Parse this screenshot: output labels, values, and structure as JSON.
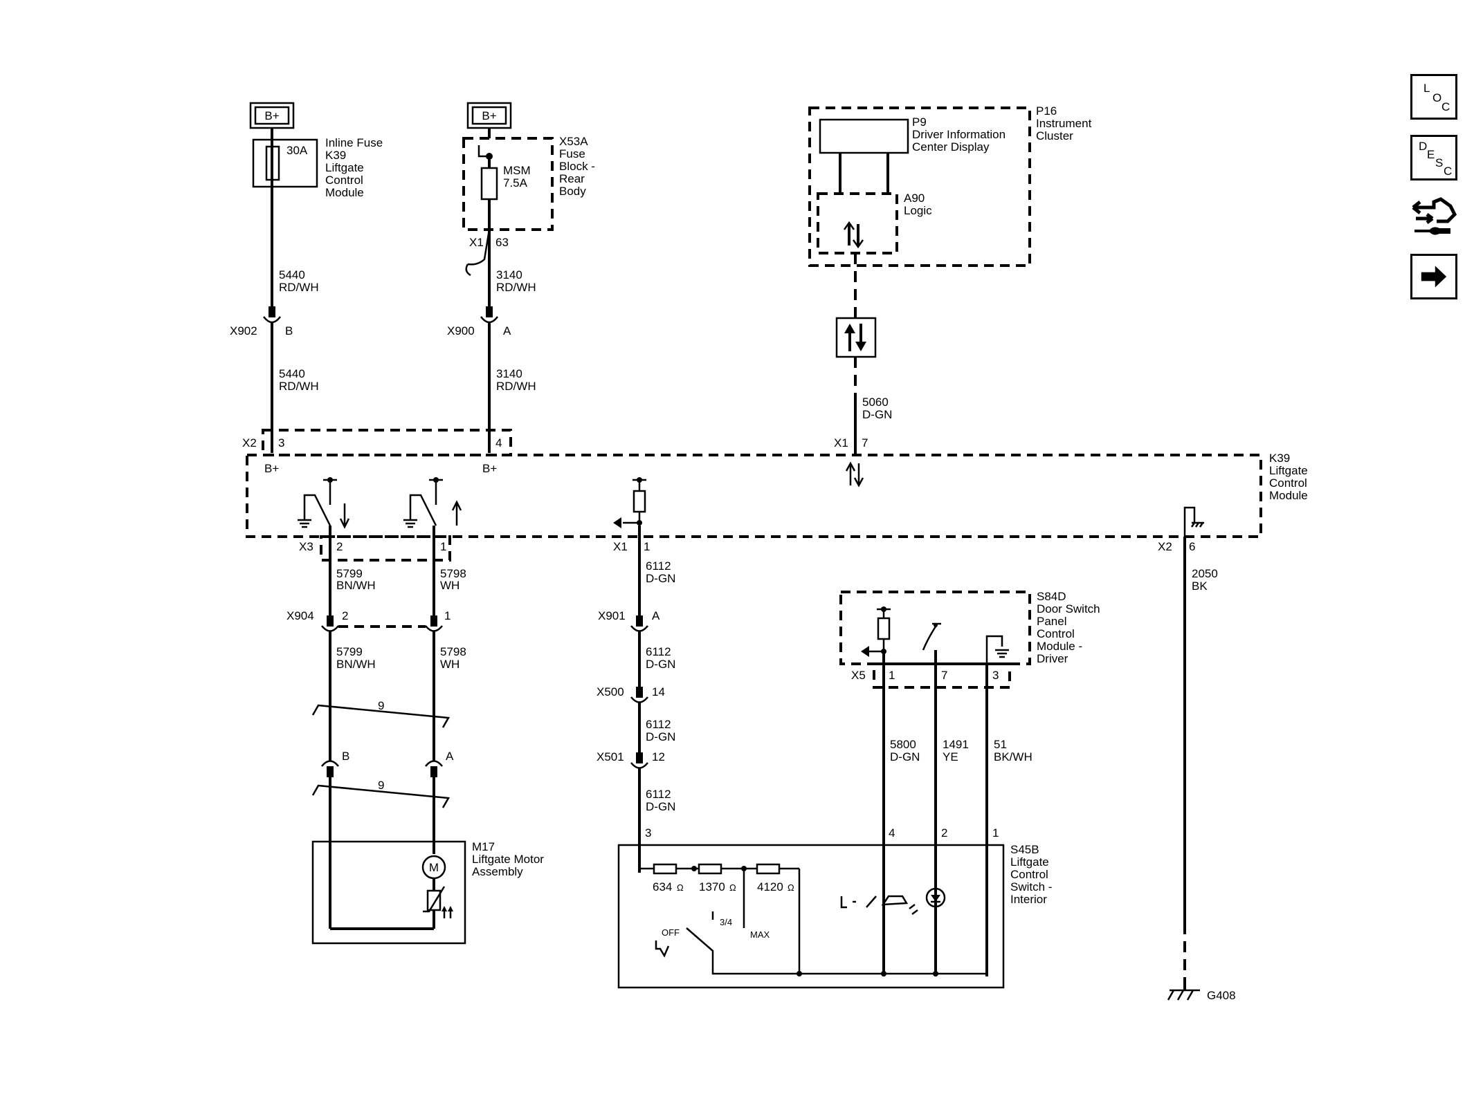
{
  "sources": {
    "left_bplus": "B+",
    "center_bplus": "B+"
  },
  "inline_fuse": {
    "rating": "30A",
    "label_lines": [
      "Inline Fuse",
      "K39",
      "Liftgate",
      "Control",
      "Module"
    ]
  },
  "fuse_block": {
    "name_lines": [
      "X53A",
      "Fuse",
      "Block -",
      "Rear",
      "Body"
    ],
    "fuse_name": "MSM",
    "fuse_rating": "7.5A",
    "conn": "X1",
    "pin": "63"
  },
  "instrument_cluster": {
    "name_lines": [
      "P16",
      "Instrument",
      "Cluster"
    ],
    "display_lines": [
      "P9",
      "Driver Information",
      "Center Display"
    ],
    "logic_lines": [
      "A90",
      "Logic"
    ]
  },
  "wires": {
    "w5440_a": [
      "5440",
      "RD/WH"
    ],
    "w5440_b": [
      "5440",
      "RD/WH"
    ],
    "w3140_a": [
      "3140",
      "RD/WH"
    ],
    "w3140_b": [
      "3140",
      "RD/WH"
    ],
    "w5060": [
      "5060",
      "D-GN"
    ],
    "w5799_a": [
      "5799",
      "BN/WH"
    ],
    "w5799_b": [
      "5799",
      "BN/WH"
    ],
    "w5798_a": [
      "5798",
      "WH"
    ],
    "w5798_b": [
      "5798",
      "WH"
    ],
    "w6112_a": [
      "6112",
      "D-GN"
    ],
    "w6112_b": [
      "6112",
      "D-GN"
    ],
    "w6112_c": [
      "6112",
      "D-GN"
    ],
    "w6112_d": [
      "6112",
      "D-GN"
    ],
    "w2050": [
      "2050",
      "BK"
    ],
    "w5800": [
      "5800",
      "D-GN"
    ],
    "w1491": [
      "1491",
      "YE"
    ],
    "w51": [
      "51",
      "BK/WH"
    ]
  },
  "connectors": {
    "x902": "X902",
    "x902_pin": "B",
    "x900": "X900",
    "x900_pin": "A",
    "k39_x2a": "X2",
    "k39_x2a_p3": "3",
    "k39_x2a_p4": "4",
    "k39_x1a": "X1",
    "k39_x1a_p7": "7",
    "k39_bplus_1": "B+",
    "k39_bplus_2": "B+",
    "k39_x3": "X3",
    "k39_x3_p2": "2",
    "k39_x3_p1": "1",
    "k39_x1b": "X1",
    "k39_x1b_p1": "1",
    "k39_x2b": "X2",
    "k39_x2b_p6": "6",
    "x904": "X904",
    "x904_p2": "2",
    "x904_p1": "1",
    "x901": "X901",
    "x901_pin": "A",
    "x500": "X500",
    "x500_pin": "14",
    "x501": "X501",
    "x501_pin": "12",
    "motor_pin_b": "B",
    "motor_pin_a": "A",
    "twist_1": "9",
    "twist_2": "9",
    "x5": "X5",
    "x5_p1": "1",
    "x5_p7": "7",
    "x5_p3": "3",
    "s45b_p3": "3",
    "s45b_p4": "4",
    "s45b_p2": "2",
    "s45b_p1": "1"
  },
  "k39_module": {
    "name_lines": [
      "K39",
      "Liftgate",
      "Control",
      "Module"
    ]
  },
  "motor": {
    "symbol": "M",
    "name_lines": [
      "M17",
      "Liftgate Motor",
      "Assembly"
    ]
  },
  "door_switch": {
    "name_lines": [
      "S84D",
      "Door Switch",
      "Panel",
      "Control",
      "Module -",
      "Driver"
    ]
  },
  "liftgate_switch": {
    "name_lines": [
      "S45B",
      "Liftgate",
      "Control",
      "Switch -",
      "Interior"
    ],
    "r1": "634",
    "r2": "1370",
    "r3": "4120",
    "ohm": "Ω",
    "pos_off": "OFF",
    "pos_34": "3/4",
    "pos_max": "MAX"
  },
  "ground": {
    "name": "G408"
  },
  "sidebar": {
    "loc": [
      "L",
      "O",
      "C"
    ],
    "desc": [
      "D",
      "E",
      "S",
      "C"
    ],
    "icons": [
      "connector-routing-icon",
      "arrow-right-icon"
    ]
  }
}
